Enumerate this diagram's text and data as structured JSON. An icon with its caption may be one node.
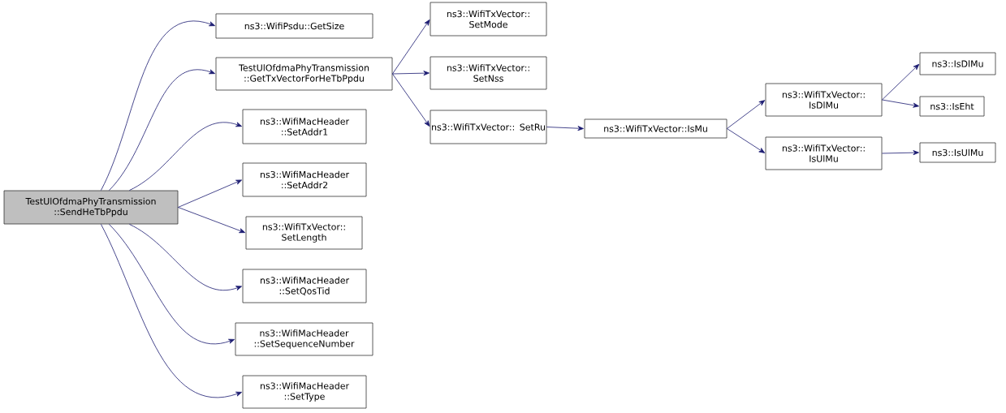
{
  "diagram": {
    "nodes": [
      {
        "text": [
          "TestUlOfdmaPhyTransmission ::SendHeTbPpdu"
        ]
      },
      {
        "text": [
          "ns3::WifiPsdu::GetSize"
        ]
      },
      {
        "text": [
          "TestUlOfdmaPhyTransmission ::GetTxVectorForHeTbPpdu"
        ]
      },
      {
        "text": [
          "ns3::WifiMacHeader ::SetAddr1"
        ]
      },
      {
        "text": [
          "ns3::WifiMacHeader ::SetAddr2"
        ]
      },
      {
        "text": [
          "ns3::WifiTxVector:: SetLength"
        ]
      },
      {
        "text": [
          "ns3::WifiMacHeader ::SetQosTid"
        ]
      },
      {
        "text": [
          "ns3::WifiMacHeader ::SetSequenceNumber"
        ]
      },
      {
        "text": [
          "ns3::WifiMacHeader ::SetType"
        ]
      },
      {
        "text": [
          "ns3::WifiTxVector:: SetMode"
        ]
      },
      {
        "text": [
          "ns3::WifiTxVector:: SetNss"
        ]
      },
      {
        "text": [
          "ns3::WifiTxVector:: SetRu"
        ]
      },
      {
        "text": [
          "ns3::WifiTxVector::IsMu"
        ]
      },
      {
        "text": [
          "ns3::WifiTxVector:: IsDlMu"
        ]
      },
      {
        "text": [
          "ns3::WifiTxVector:: IsUlMu"
        ]
      },
      {
        "text": [
          "ns3::IsDlMu"
        ]
      },
      {
        "text": [
          "ns3::IsEht"
        ]
      },
      {
        "text": [
          "ns3::IsUlMu"
        ]
      }
    ],
    "edges": [
      {
        "from": 0,
        "to": 1,
        "arrow": "to"
      },
      {
        "from": 0,
        "to": 2,
        "arrow": "to"
      },
      {
        "from": 0,
        "to": 3,
        "arrow": "to"
      },
      {
        "from": 0,
        "to": 4,
        "arrow": "to"
      },
      {
        "from": 0,
        "to": 5,
        "arrow": "to"
      },
      {
        "from": 0,
        "to": 6,
        "arrow": "to"
      },
      {
        "from": 0,
        "to": 7,
        "arrow": "to"
      },
      {
        "from": 0,
        "to": 8,
        "arrow": "to"
      },
      {
        "from": 2,
        "to": 9,
        "arrow": "to"
      },
      {
        "from": 2,
        "to": 10,
        "arrow": "to"
      },
      {
        "from": 2,
        "to": 11,
        "arrow": "to"
      },
      {
        "from": 11,
        "to": 12,
        "arrow": "to"
      },
      {
        "from": 12,
        "to": 13,
        "arrow": "to"
      },
      {
        "from": 12,
        "to": 14,
        "arrow": "to"
      },
      {
        "from": 13,
        "to": 15,
        "arrow": "to"
      },
      {
        "from": 13,
        "to": 16,
        "arrow": "to"
      },
      {
        "from": 14,
        "to": 17,
        "arrow": "to"
      }
    ]
  }
}
